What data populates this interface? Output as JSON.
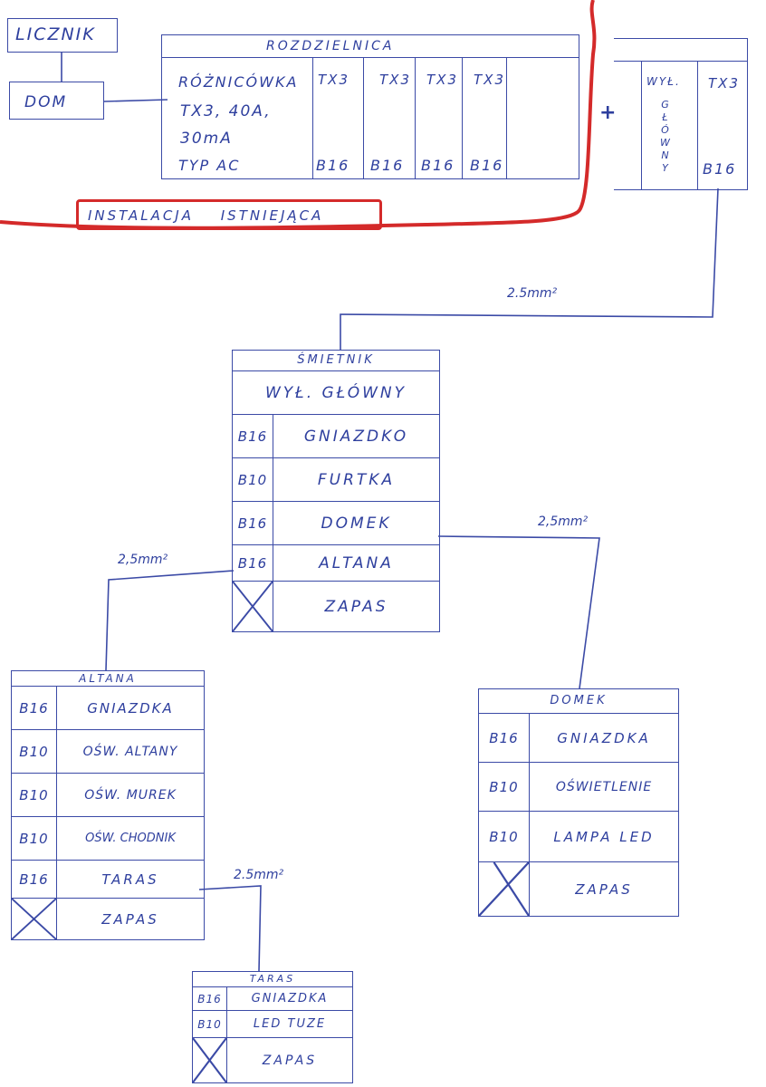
{
  "top": {
    "licznik": "LICZNIK",
    "dom": "DOM",
    "rozdzielnica": {
      "title": "ROZDZIELNICA",
      "main_lines": [
        "RÓŻNICÓWKA",
        "TX3, 40A,",
        "30mA",
        "TYP AC"
      ],
      "columns": [
        {
          "top": "TX3",
          "bottom": "B16"
        },
        {
          "top": "TX3",
          "bottom": "B16"
        },
        {
          "top": "TX3",
          "bottom": "B16"
        },
        {
          "top": "TX3",
          "bottom": "B16"
        }
      ]
    },
    "existing_label": "INSTALACJA ISTNIEJĄCA",
    "plus": "+",
    "new_panel": {
      "wyl": "WYŁ.",
      "glowny_vertical": "GŁÓWNY",
      "col_top": "TX3",
      "col_bottom": "B16"
    }
  },
  "wire_labels": {
    "to_smietnik": "2.5mm²",
    "to_domek": "2,5mm²",
    "to_altana": "2,5mm²",
    "to_taras": "2.5mm²"
  },
  "smietnik": {
    "title": "ŚMIETNIK",
    "main": "WYŁ. GŁÓWNY",
    "rows": [
      {
        "breaker": "B16",
        "name": "GNIAZDKO"
      },
      {
        "breaker": "B10",
        "name": "FURTKA"
      },
      {
        "breaker": "B16",
        "name": "DOMEK"
      },
      {
        "breaker": "B16",
        "name": "ALTANA"
      },
      {
        "breaker": "",
        "name": "ZAPAS"
      }
    ]
  },
  "altana": {
    "title": "ALTANA",
    "rows": [
      {
        "breaker": "B16",
        "name": "GNIAZDKA"
      },
      {
        "breaker": "B10",
        "name": "OŚW. ALTANY"
      },
      {
        "breaker": "B10",
        "name": "OŚW. MUREK"
      },
      {
        "breaker": "B10",
        "name": "OŚW. CHODNIK"
      },
      {
        "breaker": "B16",
        "name": "TARAS"
      },
      {
        "breaker": "",
        "name": "ZAPAS"
      }
    ]
  },
  "domek": {
    "title": "DOMEK",
    "rows": [
      {
        "breaker": "B16",
        "name": "GNIAZDKA"
      },
      {
        "breaker": "B10",
        "name": "OŚWIETLENIE"
      },
      {
        "breaker": "B10",
        "name": "LAMPA LED"
      },
      {
        "breaker": "",
        "name": "ZAPAS"
      }
    ]
  },
  "taras": {
    "title": "TARAS",
    "rows": [
      {
        "breaker": "B16",
        "name": "GNIAZDKA"
      },
      {
        "breaker": "B10",
        "name": "LED TUZE"
      },
      {
        "breaker": "",
        "name": "ZAPAS"
      }
    ]
  },
  "colors": {
    "ink": "#2e3f9e",
    "red": "#d42a2a"
  }
}
